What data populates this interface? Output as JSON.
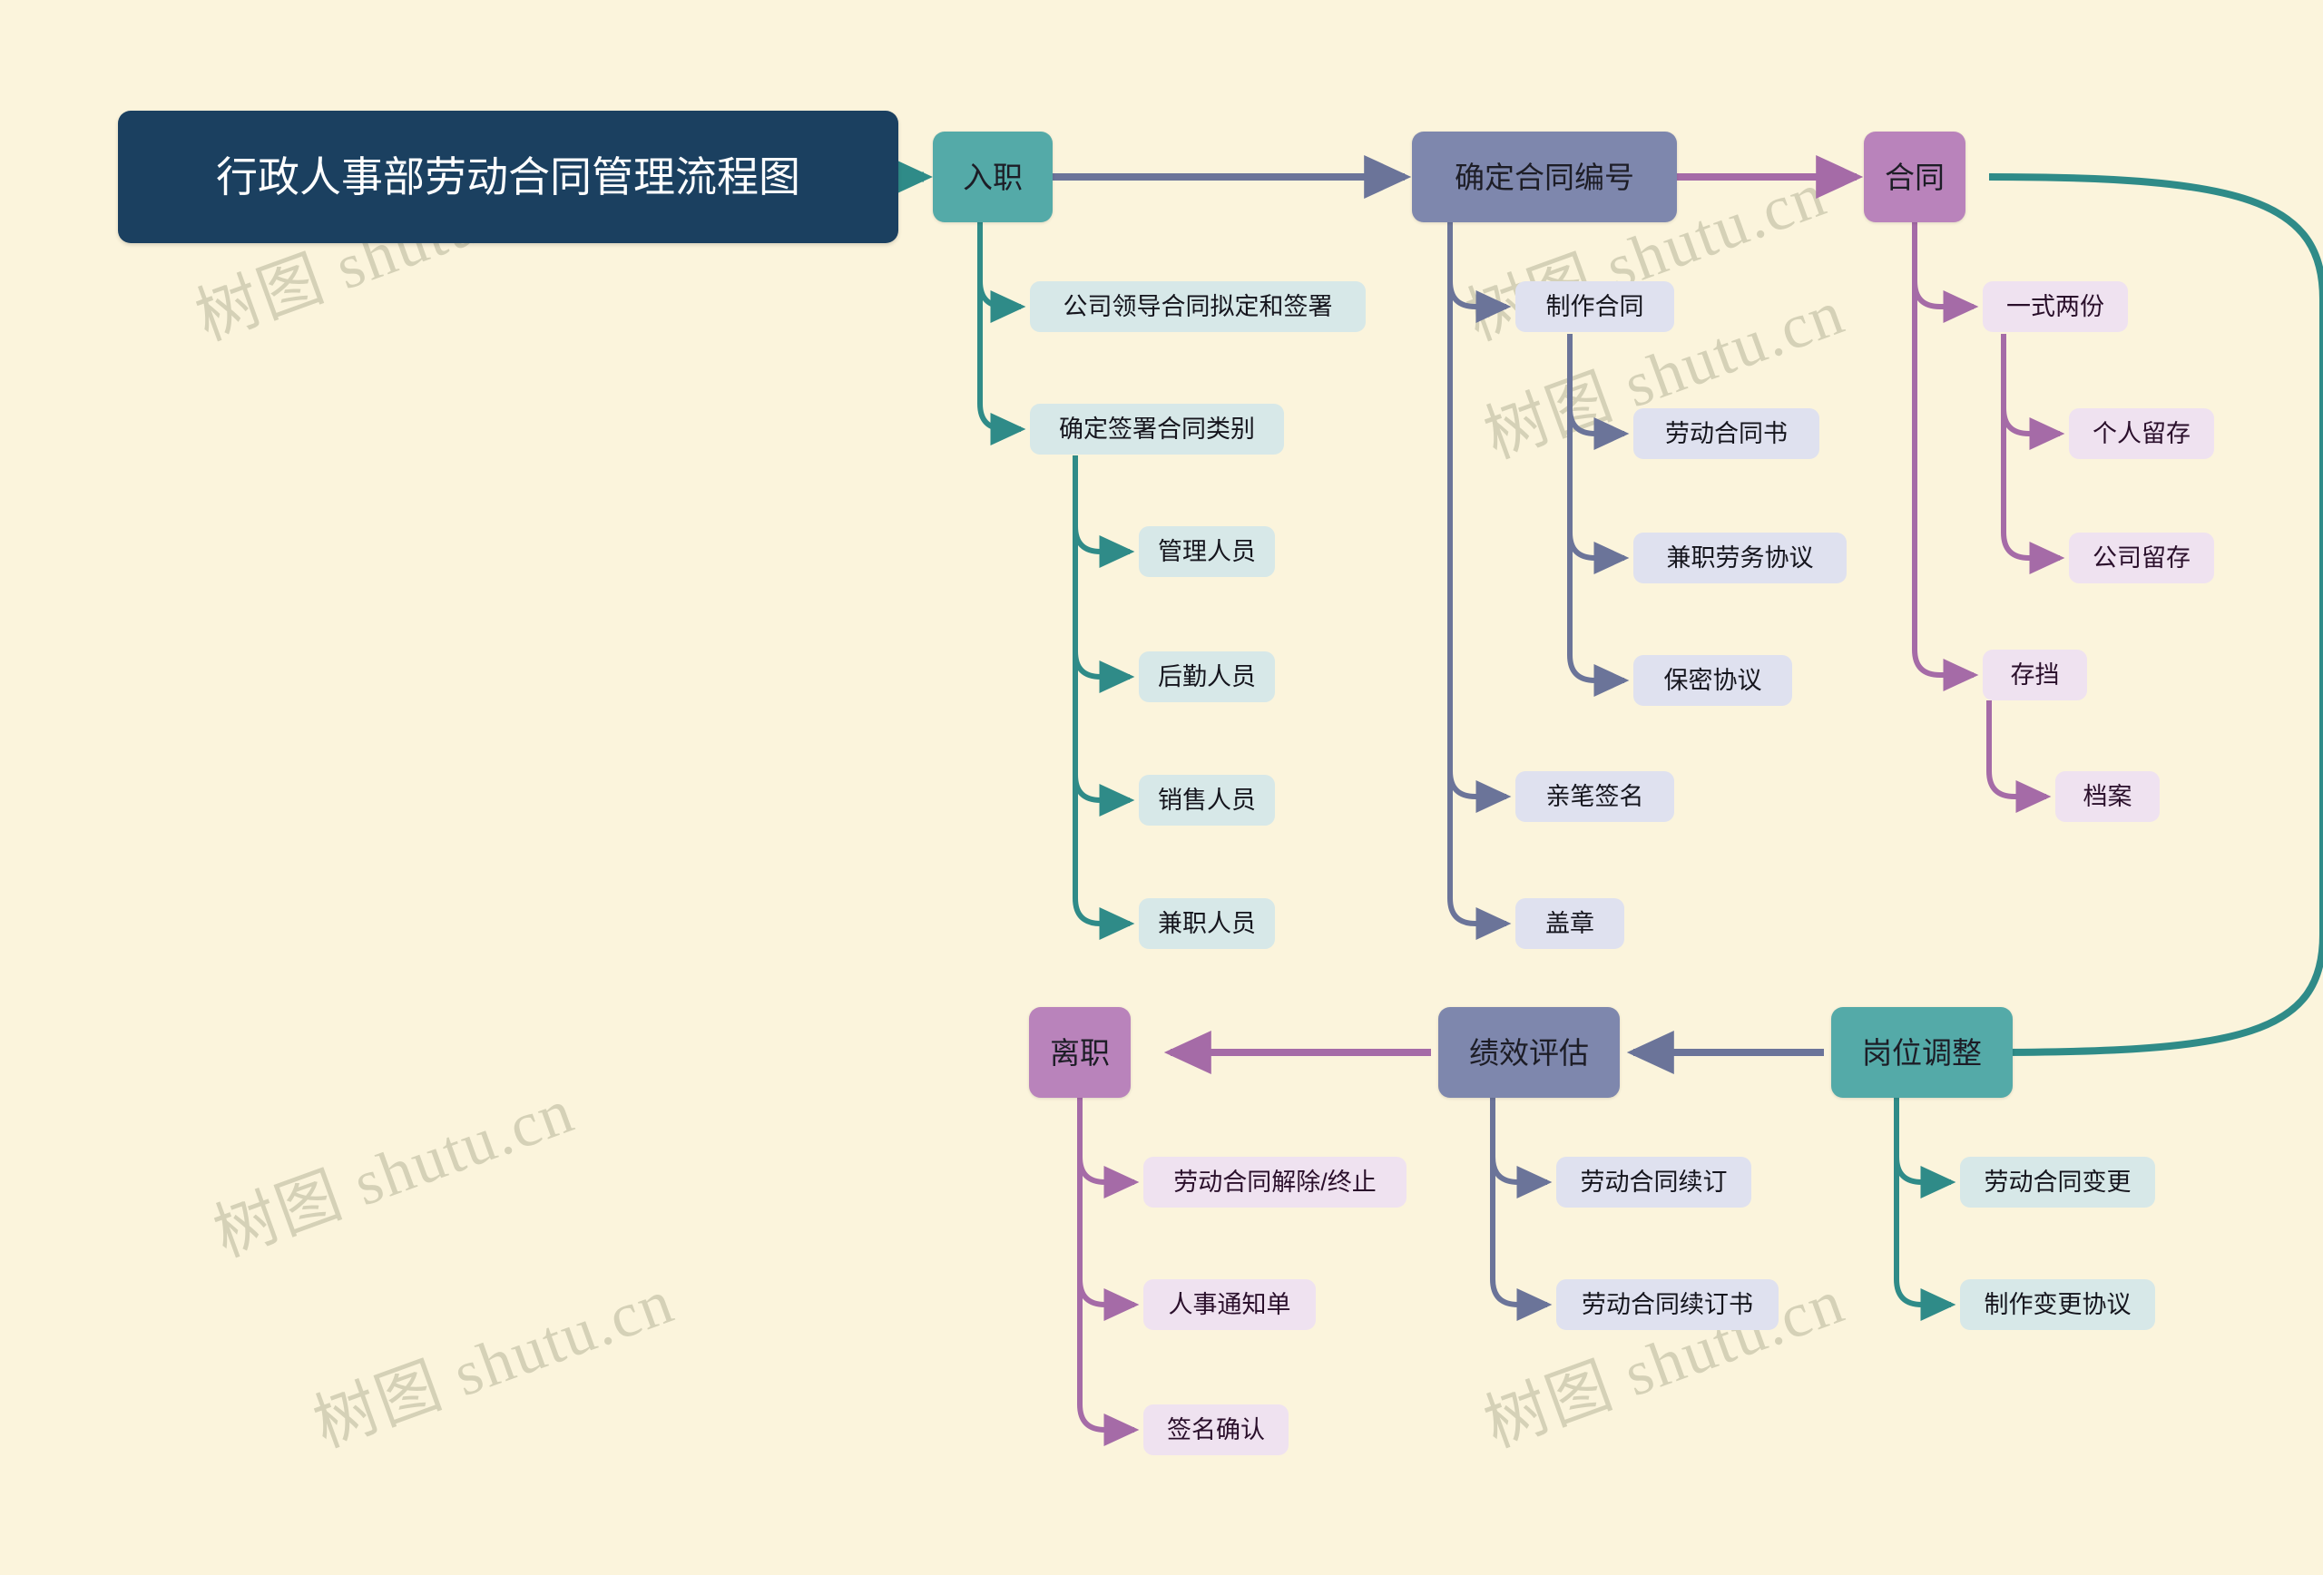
{
  "meta": {
    "background_color": "#fbf4dc",
    "watermark_text": "树图 shutu.cn"
  },
  "title": {
    "text": "行政人事部劳动合同管理流程图",
    "background": "#1b4060",
    "color": "#ffffff"
  },
  "palette": {
    "teal": "#54aaa8",
    "teal_light": "#d7e8e8",
    "teal_line": "#2f8b88",
    "slate": "#7e87ad",
    "slate_light": "#dfe1ef",
    "slate_line": "#6b7499",
    "purple": "#b983bb",
    "purple_light": "#efe2f0",
    "purple_line": "#a56ba7"
  },
  "nodes": {
    "ruzhi": "入职",
    "ruzhi_c1": "公司领导合同拟定和签署",
    "ruzhi_c2": "确定签署合同类别",
    "ruzhi_c2_1": "管理人员",
    "ruzhi_c2_2": "后勤人员",
    "ruzhi_c2_3": "销售人员",
    "ruzhi_c2_4": "兼职人员",
    "bianhao": "确定合同编号",
    "bianhao_c1": "制作合同",
    "bianhao_c1_1": "劳动合同书",
    "bianhao_c1_2": "兼职劳务协议",
    "bianhao_c1_3": "保密协议",
    "bianhao_c2": "亲笔签名",
    "bianhao_c3": "盖章",
    "hetong": "合同",
    "hetong_c1": "一式两份",
    "hetong_c1_1": "个人留存",
    "hetong_c1_2": "公司留存",
    "hetong_c2": "存挡",
    "hetong_c2_1": "档案",
    "lizhi": "离职",
    "lizhi_c1": "劳动合同解除/终止",
    "lizhi_c2": "人事通知单",
    "lizhi_c3": "签名确认",
    "jixiao": "绩效评估",
    "jixiao_c1": "劳动合同续订",
    "jixiao_c2": "劳动合同续订书",
    "gangwei": "岗位调整",
    "gangwei_c1": "劳动合同变更",
    "gangwei_c2": "制作变更协议"
  },
  "flow_edges": [
    {
      "from": "title",
      "to": "入职",
      "color": "#2f8b88"
    },
    {
      "from": "入职",
      "to": "确定合同编号",
      "color": "#6b7499"
    },
    {
      "from": "确定合同编号",
      "to": "合同",
      "color": "#a56ba7"
    },
    {
      "from": "合同",
      "to": "岗位调整",
      "color": "#2f8b88"
    },
    {
      "from": "岗位调整",
      "to": "绩效评估",
      "color": "#6b7499"
    },
    {
      "from": "绩效评估",
      "to": "离职",
      "color": "#a56ba7"
    }
  ]
}
